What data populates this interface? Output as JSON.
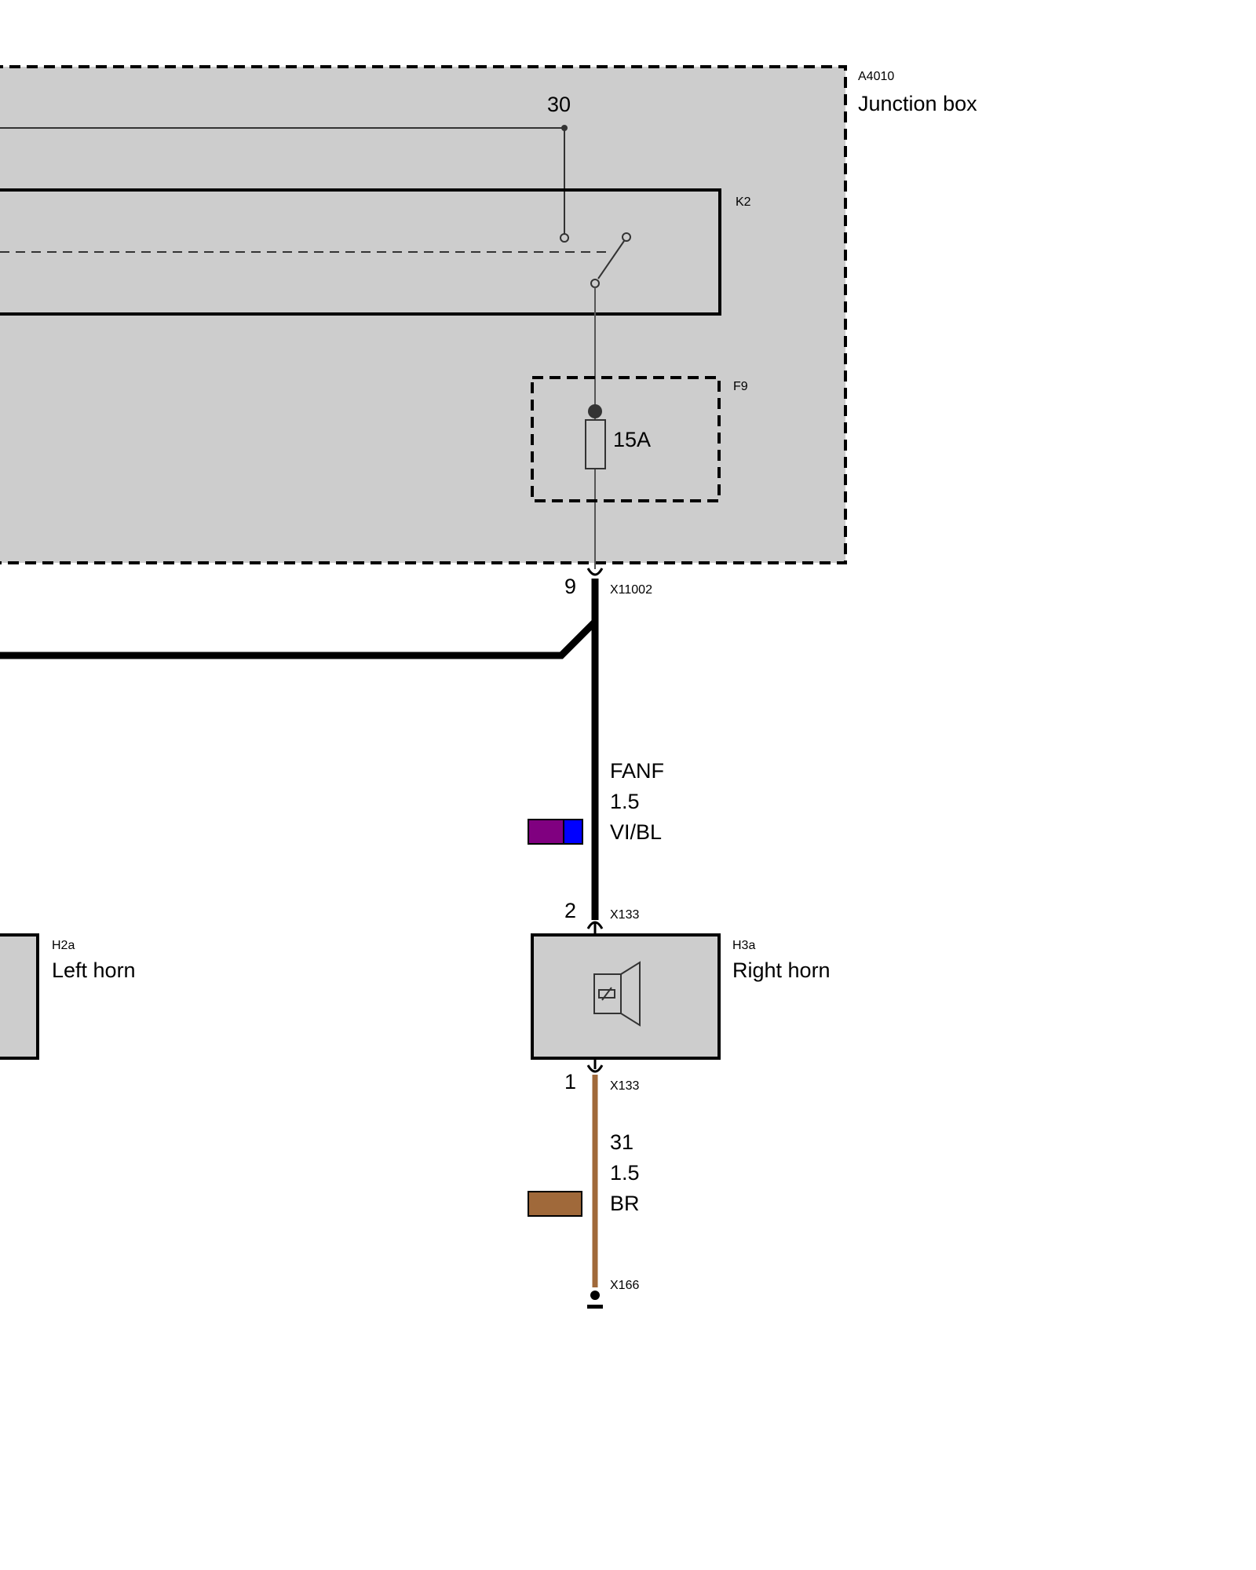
{
  "junction_box": {
    "id": "A4010",
    "name": "Junction box",
    "terminal": "30",
    "relay_id": "K2",
    "fuse_id": "F9",
    "fuse_rating": "15A"
  },
  "connector_x11002": {
    "pin": "9",
    "id": "X11002"
  },
  "wire_feed": {
    "circuit": "FANF",
    "gauge": "1.5",
    "color_code": "VI/BL",
    "colors": [
      "#800080",
      "#0000ff"
    ]
  },
  "connector_x133_top": {
    "pin": "2",
    "id": "X133"
  },
  "left_horn": {
    "id": "H2a",
    "name": "Left horn"
  },
  "right_horn": {
    "id": "H3a",
    "name": "Right horn"
  },
  "connector_x133_bottom": {
    "pin": "1",
    "id": "X133"
  },
  "wire_ground": {
    "circuit": "31",
    "gauge": "1.5",
    "color_code": "BR",
    "color": "#a0693a"
  },
  "ground": {
    "id": "X166"
  },
  "colors": {
    "box_fill": "#cdcdcd",
    "brown_wire": "#a0693a",
    "black": "#000000"
  }
}
